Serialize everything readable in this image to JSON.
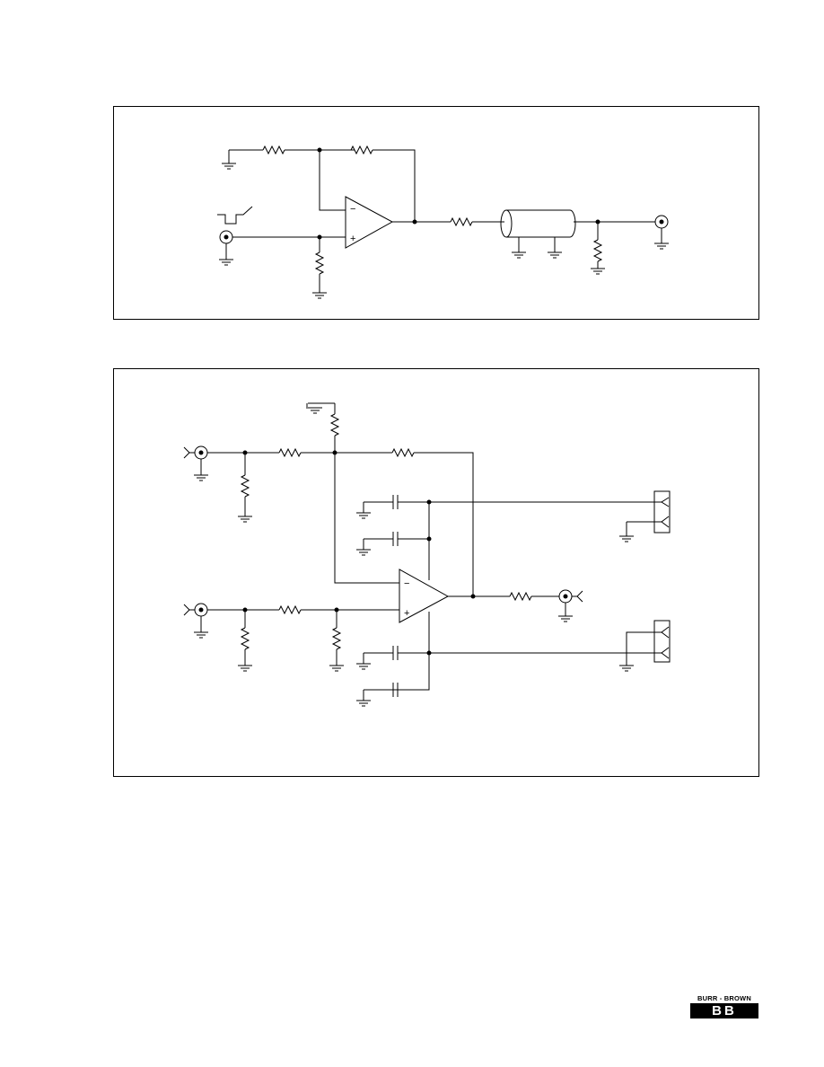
{
  "figures": [
    {
      "id": "figure-top",
      "opamp": {
        "minus_label": "−",
        "plus_label": "+"
      }
    },
    {
      "id": "figure-bottom",
      "opamp": {
        "minus_label": "−",
        "plus_label": "+"
      }
    }
  ],
  "logo": {
    "text": "BURR - BROWN",
    "letters": "BB"
  }
}
